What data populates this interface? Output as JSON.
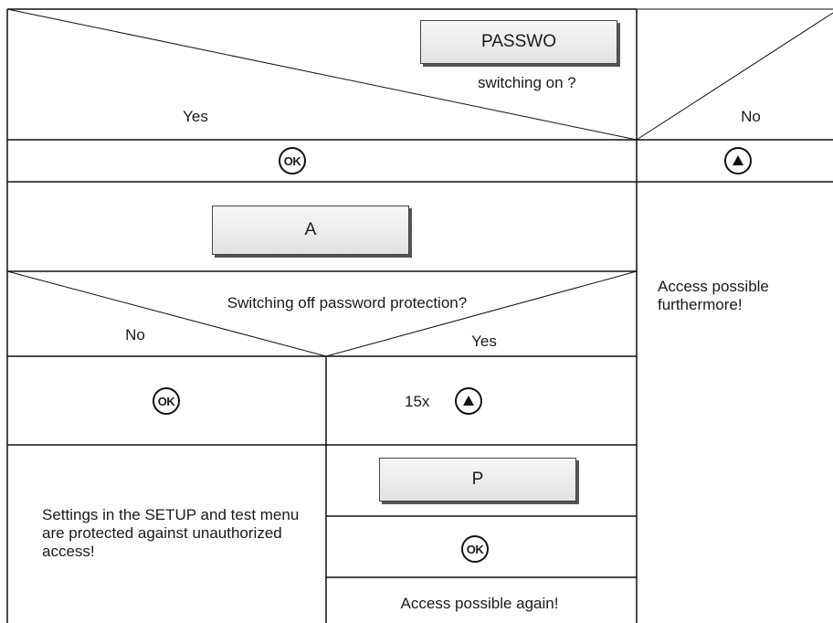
{
  "top_decision": {
    "display": "PASSWO",
    "question": "switching on ?",
    "yes": "Yes",
    "no": "No"
  },
  "row_keys": {
    "yes_key": "OK",
    "no_key": "up-arrow-icon"
  },
  "display_a": "A",
  "right_column_text": "Access possible furthermore!",
  "off_decision": {
    "question": "Switching off password protection?",
    "no": "No",
    "yes": "Yes"
  },
  "no_branch_key": "OK",
  "yes_branch": {
    "repeat": "15x",
    "key": "up-arrow-icon"
  },
  "display_p": "P",
  "protected_text": "Settings in the SETUP and test menu are protected against unauthorized access!",
  "confirm_key": "OK",
  "access_again": "Access possible again!"
}
